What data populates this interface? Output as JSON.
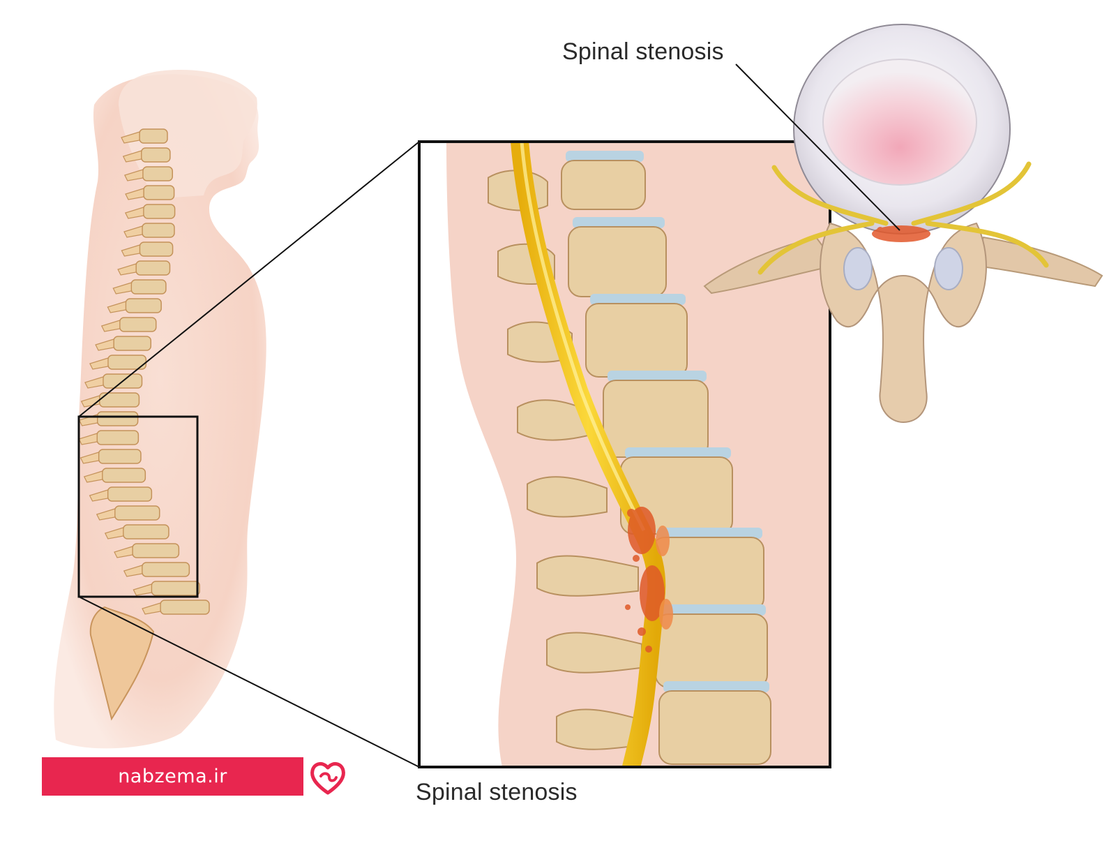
{
  "labels": {
    "top": "Spinal stenosis",
    "bottom": "Spinal stenosis"
  },
  "brand": {
    "text": "nabzema.ir",
    "icon": "heart-logo-icon",
    "color": "#e8264f"
  },
  "colors": {
    "skin": "#f7d8cc",
    "bone": "#e8cfa3",
    "disc": "#b9d3e2",
    "nerve": "#f3c61b",
    "inflammation": "#e05a2a"
  }
}
